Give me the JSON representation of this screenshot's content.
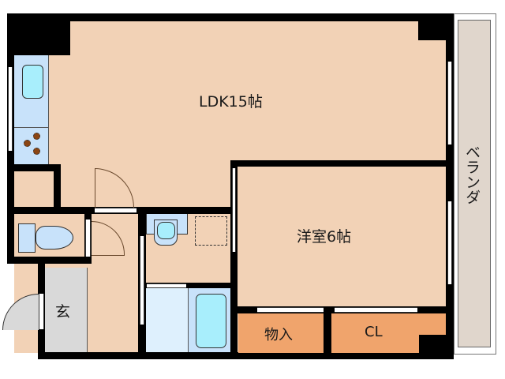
{
  "floorplan": {
    "rooms": {
      "ldk": {
        "label": "LDK15帖"
      },
      "western_room": {
        "label": "洋室6帖"
      },
      "storage": {
        "label": "物入"
      },
      "closet": {
        "label": "CL"
      },
      "entrance": {
        "label": "玄"
      },
      "balcony": {
        "label": "ベランダ"
      }
    },
    "colors": {
      "floor": "#f2d2b6",
      "storage": "#f0a46c",
      "entrance": "#d9d9d9",
      "balcony": "#e0d6cc",
      "wet_area": "#c8e2fa",
      "fixture": "#a8eefc",
      "wall": "#000000",
      "stove_burner": "#8b4513"
    }
  }
}
